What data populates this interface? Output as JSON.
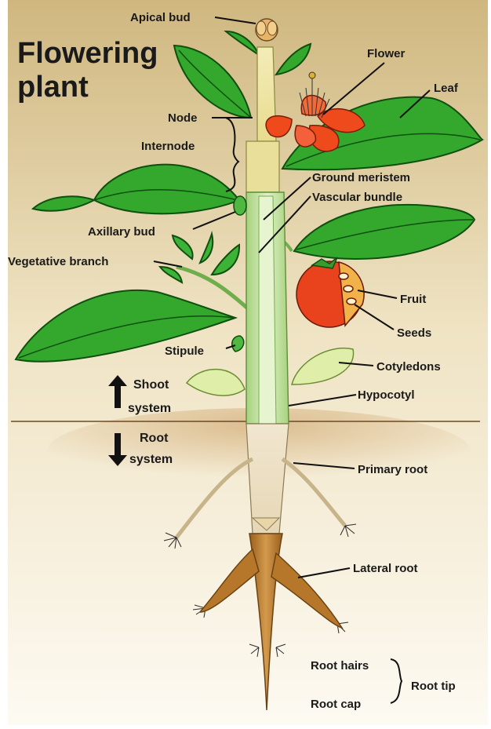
{
  "title": {
    "line1": "Flowering",
    "line2": "plant"
  },
  "colors": {
    "background_top": "#d8c08a",
    "background_bottom": "#fbf6ea",
    "leaf": "#2ea32a",
    "leaf_vein": "#0f4f10",
    "stem": "#c9e7a8",
    "root": "#b7772b",
    "flower": "#ee4a1c",
    "fruit": "#e8431c",
    "soil": "#b98d52"
  },
  "labels": {
    "apical_bud": "Apical bud",
    "flower": "Flower",
    "leaf": "Leaf",
    "node": "Node",
    "internode": "Internode",
    "ground_meristem": "Ground meristem",
    "vascular_bundle": "Vascular bundle",
    "axillary_bud": "Axillary bud",
    "vegetative_branch": "Vegetative branch",
    "fruit": "Fruit",
    "seeds": "Seeds",
    "stipule": "Stipule",
    "cotyledons": "Cotyledons",
    "hypocotyl": "Hypocotyl",
    "shoot_system_1": "Shoot",
    "shoot_system_2": "system",
    "root_system_1": "Root",
    "root_system_2": "system",
    "primary_root": "Primary root",
    "lateral_root": "Lateral root",
    "root_hairs": "Root hairs",
    "root_cap": "Root cap",
    "root_tip": "Root tip"
  }
}
